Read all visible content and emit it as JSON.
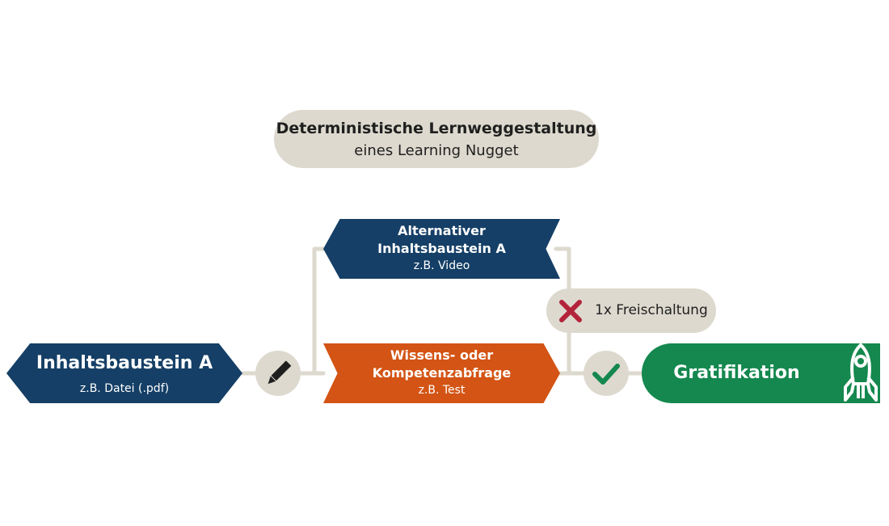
{
  "title": {
    "line1": "Deterministische Lernweggestaltung",
    "line2": "eines Learning Nugget"
  },
  "nodes": {
    "content_a": {
      "label": "Inhaltsbaustein A",
      "sub": "z.B. Datei (.pdf)"
    },
    "alternative": {
      "label_line1": "Alternativer",
      "label_line2": "Inhaltsbaustein A",
      "sub": "z.B. Video"
    },
    "assessment": {
      "label_line1": "Wissens- oder",
      "label_line2": "Kompetenzabfrage",
      "sub": "z.B. Test"
    },
    "reward": {
      "label": "Gratifikation"
    }
  },
  "unlock": {
    "label": "1x Freischaltung"
  },
  "icons": {
    "pencil": "pencil-icon",
    "check": "check-icon",
    "cross": "cross-icon",
    "rocket": "rocket-icon"
  },
  "colors": {
    "navy": "#153f66",
    "orange": "#d35414",
    "green": "#14884e",
    "beige": "#ddd9ce",
    "red": "#b3243a",
    "check_green": "#14884e"
  }
}
